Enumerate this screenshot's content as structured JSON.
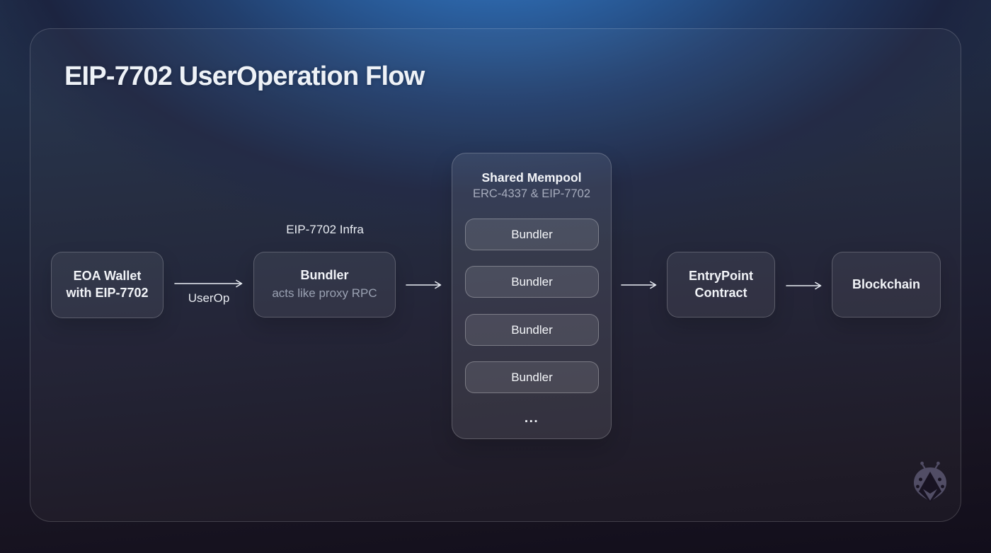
{
  "title": "EIP-7702 UserOperation Flow",
  "flow": {
    "eoa": {
      "line1": "EOA Wallet",
      "line2": "with EIP-7702"
    },
    "userop_arrow_label": "UserOp",
    "infra_label": "EIP-7702 Infra",
    "bundler": {
      "title": "Bundler",
      "subtitle": "acts like proxy RPC"
    },
    "mempool": {
      "title": "Shared Mempool",
      "subtitle": "ERC-4337 & EIP-7702",
      "bundlers": [
        "Bundler",
        "Bundler",
        "Bundler",
        "Bundler"
      ],
      "ellipsis": "..."
    },
    "entrypoint": {
      "line1": "EntryPoint",
      "line2": "Contract"
    },
    "blockchain": {
      "label": "Blockchain"
    }
  },
  "colors": {
    "accent_top": "#2e6cb2",
    "bg_bottom": "#131020",
    "node_text": "#f2f4f8",
    "muted_text": "#9aa1b2",
    "arrow": "#e9edf4",
    "logo": "#56526b",
    "logo_dark": "#181322"
  },
  "icons": {
    "logo": "ladybug-ethereum-logo"
  }
}
